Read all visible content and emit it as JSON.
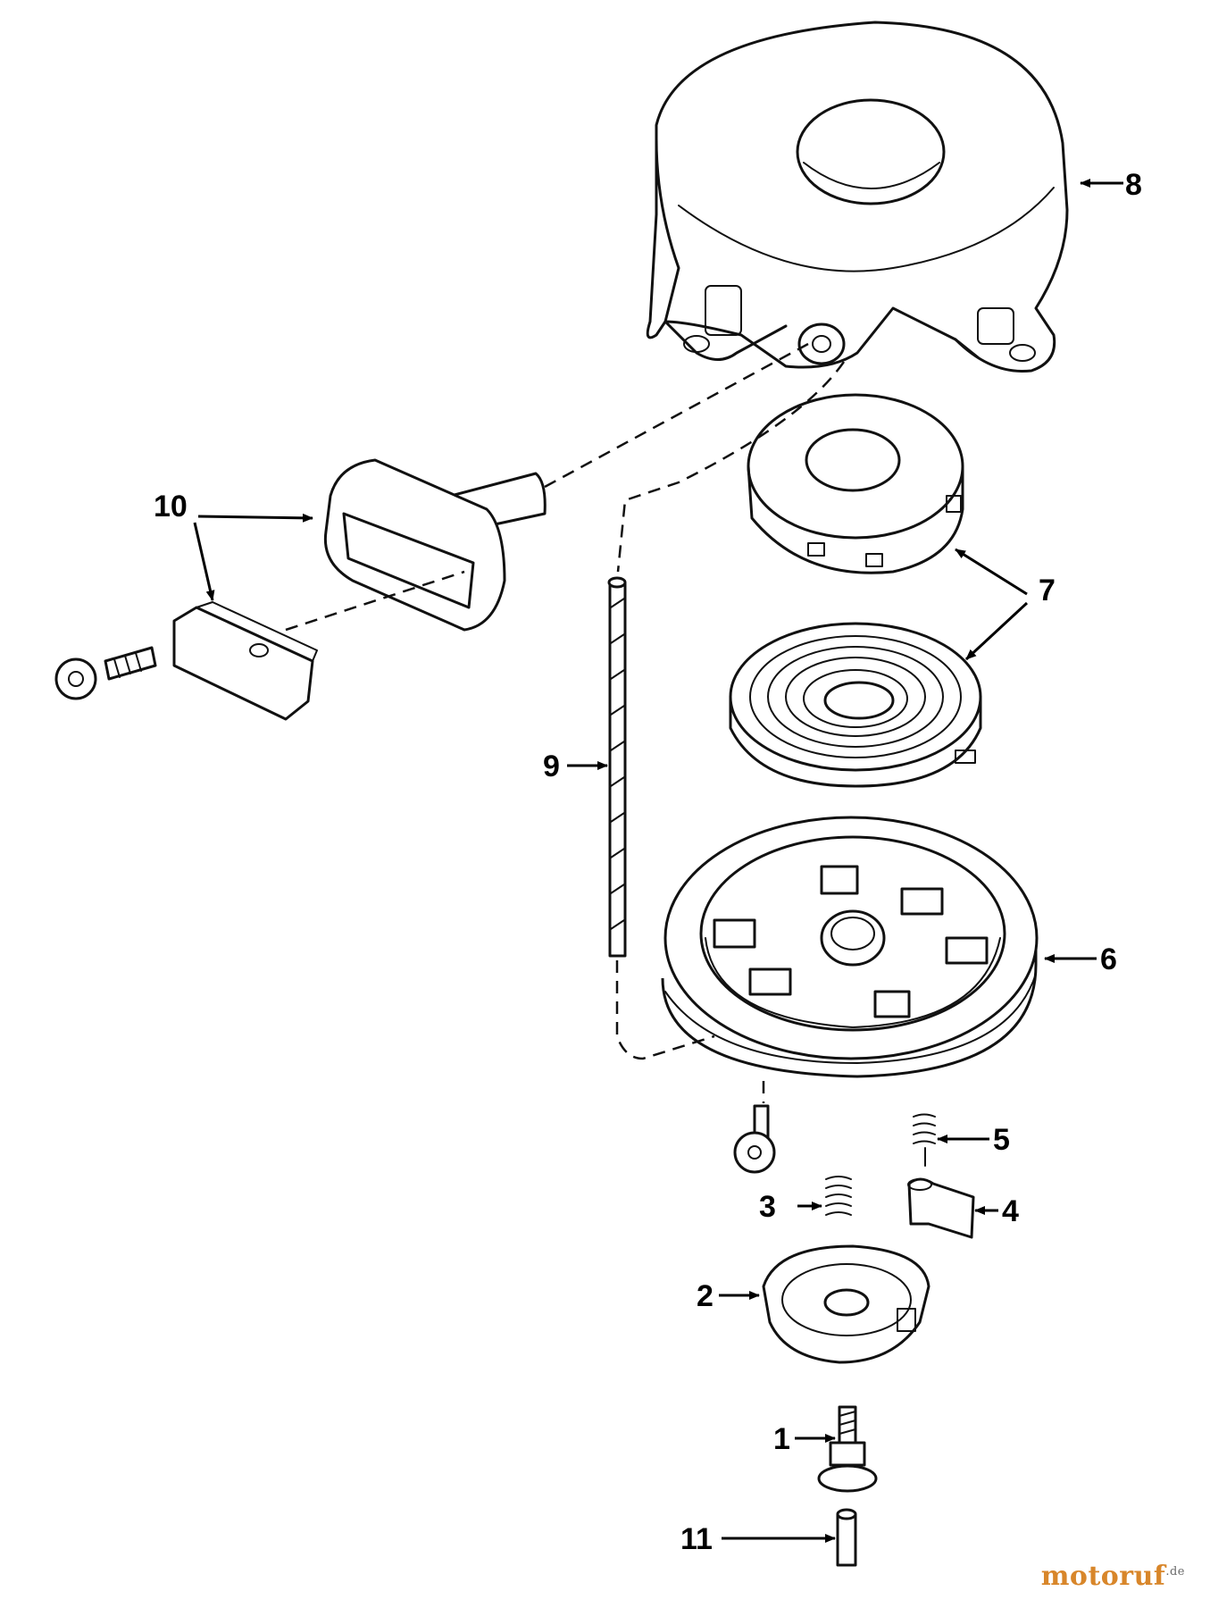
{
  "diagram": {
    "parts": [
      {
        "id": "1",
        "label": "1"
      },
      {
        "id": "2",
        "label": "2"
      },
      {
        "id": "3",
        "label": "3"
      },
      {
        "id": "4",
        "label": "4"
      },
      {
        "id": "5",
        "label": "5"
      },
      {
        "id": "6",
        "label": "6"
      },
      {
        "id": "7",
        "label": "7"
      },
      {
        "id": "8",
        "label": "8"
      },
      {
        "id": "9",
        "label": "9"
      },
      {
        "id": "10",
        "label": "10"
      },
      {
        "id": "11",
        "label": "11"
      }
    ]
  },
  "watermark": {
    "brand": "motoruf",
    "suffix": ".de"
  }
}
